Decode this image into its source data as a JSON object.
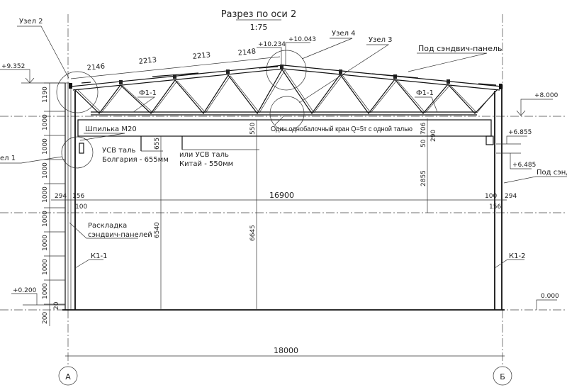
{
  "title": "Разрез по оси 2",
  "scale": "1:75",
  "callouts": {
    "node1": "ел 1",
    "node2": "Узел 2",
    "node3": "Узел 3",
    "node4": "Узел 4",
    "sandwich_roof": "Под сэндвич-панель",
    "sandwich_wall": "Под сэндв",
    "truss_left": "Ф1-1",
    "truss_right": "Ф1-1",
    "stud": "Шпилька М20",
    "crane": "Один однобалочный кран Q=5т с одной талью",
    "hoist1_line1": "УСВ таль",
    "hoist1_line2": "Болгария - 655мм",
    "hoist2_line1": "или УСВ таль",
    "hoist2_line2": "Китай - 550мм",
    "panel_layout_1": "Раскладка",
    "panel_layout_2": "сэндвич-панелей",
    "column_left": "К1-1",
    "column_right": "К1-2"
  },
  "elevations": {
    "e9352": "+9.352",
    "e10234": "+10.234",
    "e10043": "+10.043",
    "e8000": "+8.000",
    "e6855": "+6.855",
    "e6485": "+6.485",
    "e0200": "+0.200",
    "e0000": "0.000"
  },
  "dimensions": {
    "top": [
      "2146",
      "2213",
      "2213",
      "2148"
    ],
    "left_chain": [
      "1190",
      "1000",
      "1000",
      "1000",
      "1000",
      "1000",
      "1000",
      "1000",
      "1000",
      "20",
      "200"
    ],
    "d294_left": "294",
    "d156_left": "156",
    "d100_left": "100",
    "d16900": "16900",
    "d100_right": "100",
    "d294_right": "294",
    "d156_right": "156",
    "d550": "550",
    "d655": "655",
    "d706": "706",
    "d290": "290",
    "d50": "50",
    "d2855": "2855",
    "d6540": "6540",
    "d6645": "6645",
    "d18000": "18000"
  },
  "axes": {
    "left": "А",
    "right": "Б"
  }
}
